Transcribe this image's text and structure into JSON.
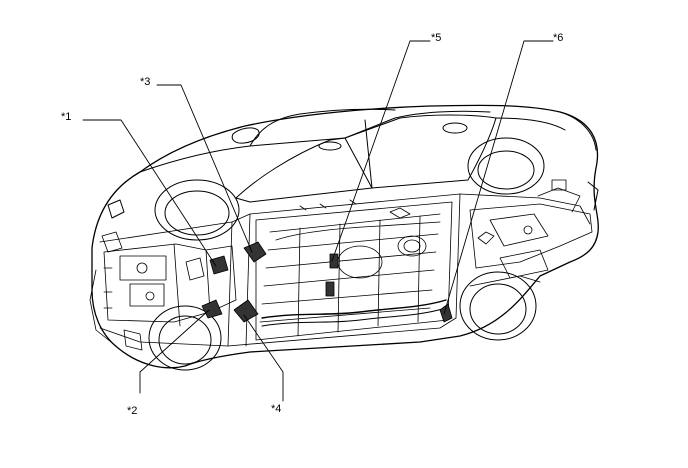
{
  "callouts": [
    {
      "id": "c1",
      "label": "*1"
    },
    {
      "id": "c2",
      "label": "*2"
    },
    {
      "id": "c3",
      "label": "*3"
    },
    {
      "id": "c4",
      "label": "*4"
    },
    {
      "id": "c5",
      "label": "*5"
    },
    {
      "id": "c6",
      "label": "*6"
    }
  ],
  "colors": {
    "ink": "#000000",
    "background": "#ffffff",
    "part_fill": "#333333"
  }
}
